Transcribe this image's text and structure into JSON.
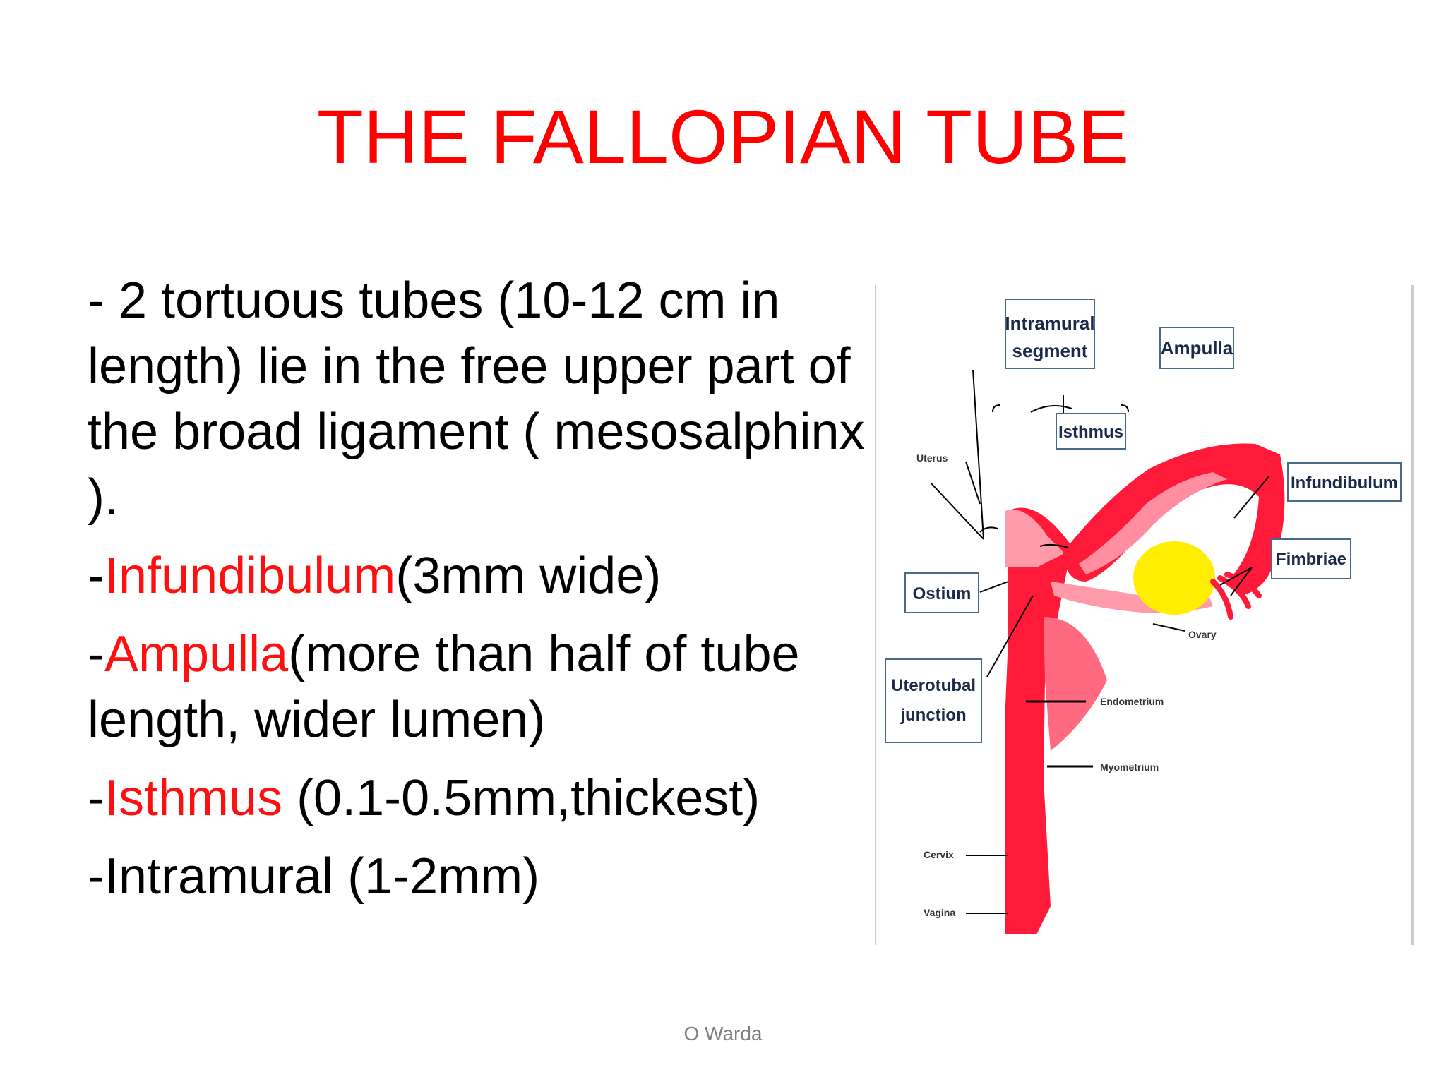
{
  "slide": {
    "title": "THE FALLOPIAN TUBE",
    "title_color": "#ff0000",
    "highlight_color": "#ff1010",
    "paragraphs": [
      {
        "prefix": "- 2 tortuous tubes (10-12 cm in length) lie in the free upper part of the broad ligament ( mesosalphinx )."
      },
      {
        "prefix": "-",
        "term": "Infundibulum",
        "rest": "(3mm wide)"
      },
      {
        "prefix": "-",
        "term": "Ampulla",
        "rest": "(more than half of tube length, wider lumen)"
      },
      {
        "prefix": "-",
        "term": "Isthmus",
        "rest": " (0.1-0.5mm,thickest)"
      },
      {
        "prefix": "-Intramural (1-2mm)"
      }
    ],
    "footer": "O Warda"
  },
  "diagram": {
    "labels": {
      "intramural_line1": "Intramural",
      "intramural_line2": "segment",
      "ampulla": "Ampulla",
      "isthmus": "Isthmus",
      "infundibulum": "Infundibulum",
      "fimbriae": "Fimbriae",
      "ostium": "Ostium",
      "uterotubal_line1": "Uterotubal",
      "uterotubal_line2": "junction",
      "uterus": "Uterus",
      "ovary": "Ovary",
      "endometrium": "Endometrium",
      "myometrium": "Myometrium",
      "cervix": "Cervix",
      "vagina": "Vagina"
    },
    "colors": {
      "tube": "#ff1a3a",
      "tube_light": "#ff9aaa",
      "ovary": "#ffee00",
      "label_box": "#4a6a8a"
    }
  }
}
